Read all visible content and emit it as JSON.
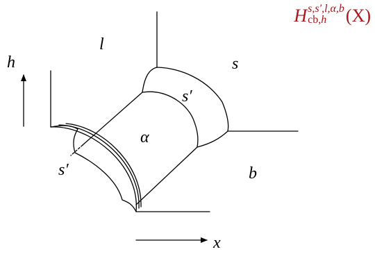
{
  "title": {
    "symbol": "H",
    "superscript": "s,s′,l,α,b",
    "subscript_roman": "cb,",
    "subscript_italic": "h",
    "argument": "(X)",
    "color": "#a6161c"
  },
  "regions": {
    "l": "l",
    "s": "s",
    "s_prime_top": "s′",
    "alpha": "α",
    "s_prime_bottom": "s′",
    "b": "b"
  },
  "axes": {
    "vertical": "h",
    "horizontal": "x"
  }
}
